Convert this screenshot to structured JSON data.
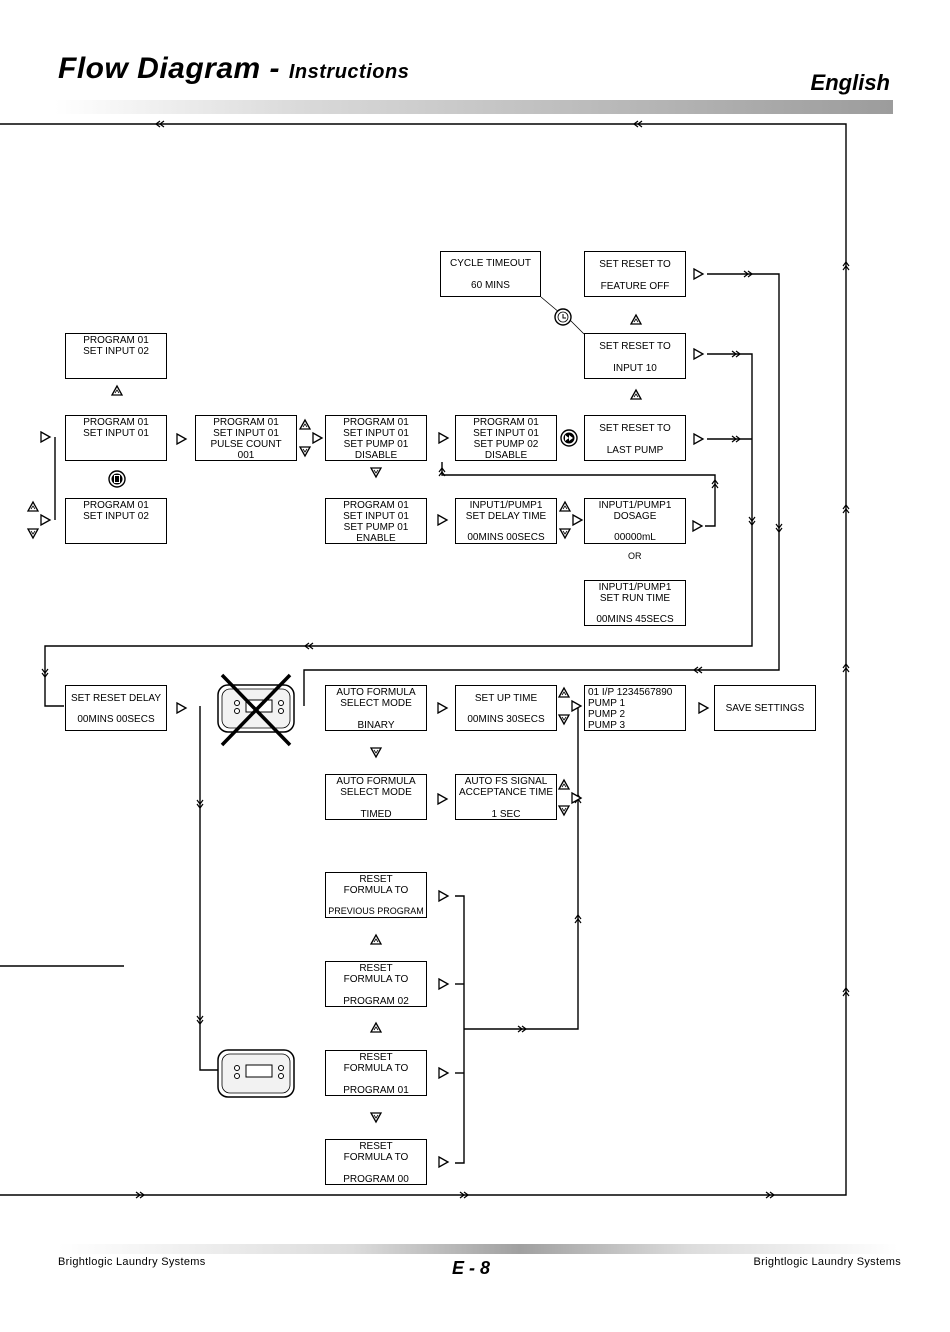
{
  "header": {
    "title_main": "Flow Diagram - ",
    "title_sub": "Instructions",
    "language": "English"
  },
  "footer": {
    "left": "Brightlogic Laundry Systems",
    "page": "E - 8",
    "right": "Brightlogic Laundry Systems"
  },
  "boxes": {
    "cycle_timeout": [
      "CYCLE TIMEOUT",
      "60 MINS"
    ],
    "reset_feature_off": [
      "SET RESET TO",
      "FEATURE OFF"
    ],
    "reset_input10": [
      "SET RESET TO",
      "INPUT 10"
    ],
    "reset_last_pump": [
      "SET RESET TO",
      "LAST PUMP"
    ],
    "prog_input02_top": [
      "PROGRAM 01",
      "SET INPUT 02"
    ],
    "prog_input01": [
      "PROGRAM 01",
      "SET INPUT 01"
    ],
    "prog_input02_bot": [
      "PROGRAM 01",
      "SET INPUT 02"
    ],
    "pulse_count": [
      "PROGRAM 01",
      "SET INPUT 01",
      "PULSE COUNT",
      "001"
    ],
    "pump01_disable": [
      "PROGRAM 01",
      "SET INPUT 01",
      "SET PUMP 01",
      "DISABLE"
    ],
    "pump02_disable": [
      "PROGRAM 01",
      "SET INPUT 01",
      "SET PUMP 02",
      "DISABLE"
    ],
    "pump01_enable": [
      "PROGRAM 01",
      "SET INPUT 01",
      "SET PUMP 01",
      "ENABLE"
    ],
    "delay_time": [
      "INPUT1/PUMP1",
      "SET DELAY TIME",
      "00MINS 00SECS"
    ],
    "dosage": [
      "INPUT1/PUMP1",
      "DOSAGE",
      "00000mL"
    ],
    "or": "OR",
    "run_time": [
      "INPUT1/PUMP1",
      "SET RUN TIME",
      "00MINS 45SECS"
    ],
    "reset_delay": [
      "SET RESET DELAY",
      "00MINS 00SECS"
    ],
    "auto_binary": [
      "AUTO FORMULA",
      "SELECT MODE",
      "BINARY"
    ],
    "auto_timed": [
      "AUTO FORMULA",
      "SELECT MODE",
      "TIMED"
    ],
    "setup_time": [
      "SET UP TIME",
      "00MINS 30SECS"
    ],
    "fs_signal": [
      "AUTO FS SIGNAL",
      "ACCEPTANCE TIME",
      "1 SEC"
    ],
    "pump_list": [
      "01   I/P  1234567890",
      "PUMP 1",
      "PUMP 2",
      "PUMP 3"
    ],
    "save_settings": [
      "SAVE SETTINGS"
    ],
    "reset_prev": [
      "RESET",
      "FORMULA TO",
      "PREVIOUS PROGRAM"
    ],
    "reset_p02": [
      "RESET",
      "FORMULA TO",
      "PROGRAM 02"
    ],
    "reset_p01": [
      "RESET",
      "FORMULA TO",
      "PROGRAM 01"
    ],
    "reset_p00": [
      "RESET",
      "FORMULA TO",
      "PROGRAM 00"
    ]
  },
  "colors": {
    "line": "#000000",
    "header_bar_dark": "#9c9c9c"
  }
}
